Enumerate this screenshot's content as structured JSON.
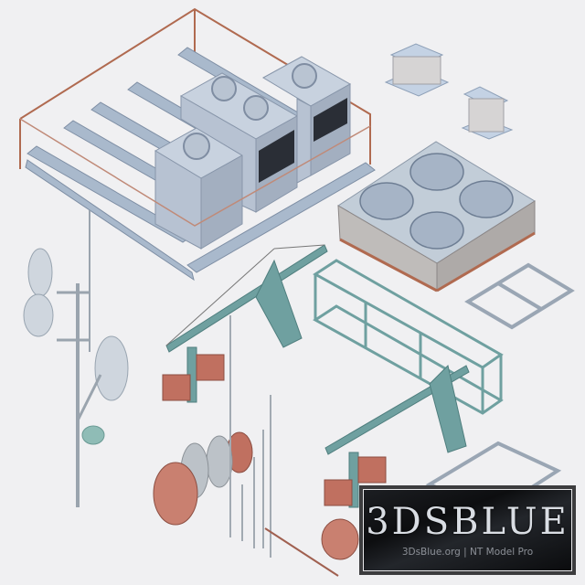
{
  "scene": {
    "description": "Isometric 3D render of rooftop equipment set",
    "background_color": "#f0f0f2",
    "objects": [
      {
        "id": "hvac-platform",
        "label": "HVAC units on steel I-beam platform with copper railing",
        "units": 3
      },
      {
        "id": "roof-vent-large",
        "label": "Square roof ventilation hood"
      },
      {
        "id": "roof-vent-small",
        "label": "Small roof ventilation hood"
      },
      {
        "id": "condenser",
        "label": "Four-fan condenser unit",
        "fans": 4
      },
      {
        "id": "skylight-1",
        "label": "Skylight frame"
      },
      {
        "id": "skylight-2",
        "label": "Skylight frame"
      },
      {
        "id": "antenna-mast",
        "label": "Antenna mast with dishes",
        "dishes": 3
      },
      {
        "id": "suspended-platform",
        "label": "Suspended gondola platform"
      },
      {
        "id": "outrigger-1",
        "label": "Roof outrigger beam with counterweights"
      },
      {
        "id": "outrigger-2",
        "label": "Roof outrigger beam with counterweights"
      },
      {
        "id": "cable-reels",
        "label": "Cable reels"
      },
      {
        "id": "rods",
        "label": "Steel rods and poles"
      }
    ]
  },
  "watermark": {
    "title": "3DSBLUE",
    "subtitle": "3DsBlue.org | NT Model Pro"
  },
  "colors": {
    "metal": "#b8c6d8",
    "metal_dark": "#8a9ab0",
    "copper": "#b06a50",
    "teal": "#6fa0a0",
    "brick": "#c07060",
    "grille": "#2a2e36"
  }
}
